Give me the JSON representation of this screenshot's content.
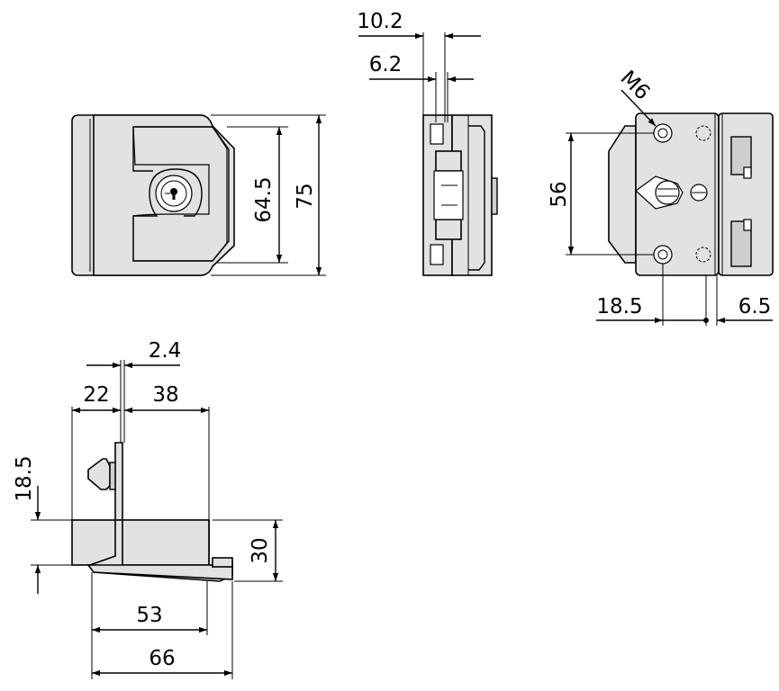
{
  "dimensions": {
    "front_inner_height": "64.5",
    "front_outer_height": "75",
    "side_top": "10.2",
    "side_bottom": "6.2",
    "back_thread": "M6",
    "back_hole_spacing": "56",
    "back_left_offset": "18.5",
    "back_right_offset": "6.5",
    "section_gap": "2.4",
    "section_left": "22",
    "section_right": "38",
    "section_height_offset": "18.5",
    "section_height": "30",
    "section_inner_width": "53",
    "section_outer_width": "66"
  },
  "colors": {
    "part_fill": "#e2e2e2",
    "line": "#000000"
  }
}
